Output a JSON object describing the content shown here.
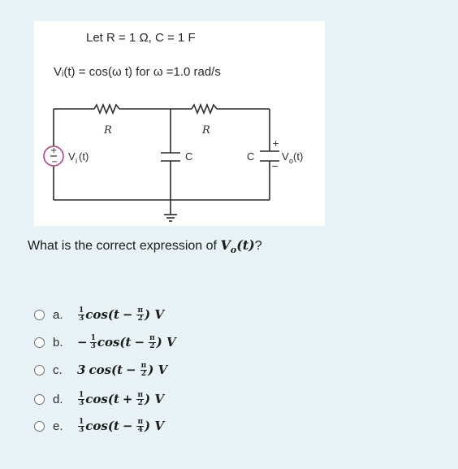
{
  "figure": {
    "line1": "Let R = 1 Ω, C = 1 F",
    "line2": "Vᵢ(t) = cos(ω t) for ω =1.0 rad/s",
    "labels": {
      "r1": "R",
      "r2": "R",
      "c1": "C",
      "c2": "C",
      "vi": "V",
      "vi_sub": "i",
      "vi_t": "(t)",
      "vo": "V",
      "vo_sub": "o",
      "vo_t": "(t)",
      "plus": "+",
      "minus": "−",
      "src_plus": "+",
      "src_minus": "−"
    }
  },
  "question": {
    "prefix": "What is the correct expression of ",
    "var": "V",
    "sub": "o",
    "arg": "(t)",
    "suffix": "?"
  },
  "options": [
    {
      "letter": "a.",
      "sign": "",
      "coef_num": "1",
      "coef_den": "3",
      "func": "cos(t",
      "op": "−",
      "ang_num": "π",
      "ang_den": "2",
      "tail": ") V"
    },
    {
      "letter": "b.",
      "sign": "−",
      "coef_num": "1",
      "coef_den": "3",
      "func": "cos(t",
      "op": "−",
      "ang_num": "π",
      "ang_den": "2",
      "tail": ") V"
    },
    {
      "letter": "c.",
      "sign": "",
      "coef_num": "",
      "coef_den": "",
      "coef_whole": "3",
      "func": "cos(t",
      "op": "−",
      "ang_num": "π",
      "ang_den": "2",
      "tail": ") V"
    },
    {
      "letter": "d.",
      "sign": "",
      "coef_num": "1",
      "coef_den": "3",
      "func": "cos(t",
      "op": "+",
      "ang_num": "π",
      "ang_den": "2",
      "tail": ") V"
    },
    {
      "letter": "e.",
      "sign": "",
      "coef_num": "1",
      "coef_den": "3",
      "func": "cos(t",
      "op": "−",
      "ang_num": "π",
      "ang_den": "4",
      "tail": ") V"
    }
  ]
}
